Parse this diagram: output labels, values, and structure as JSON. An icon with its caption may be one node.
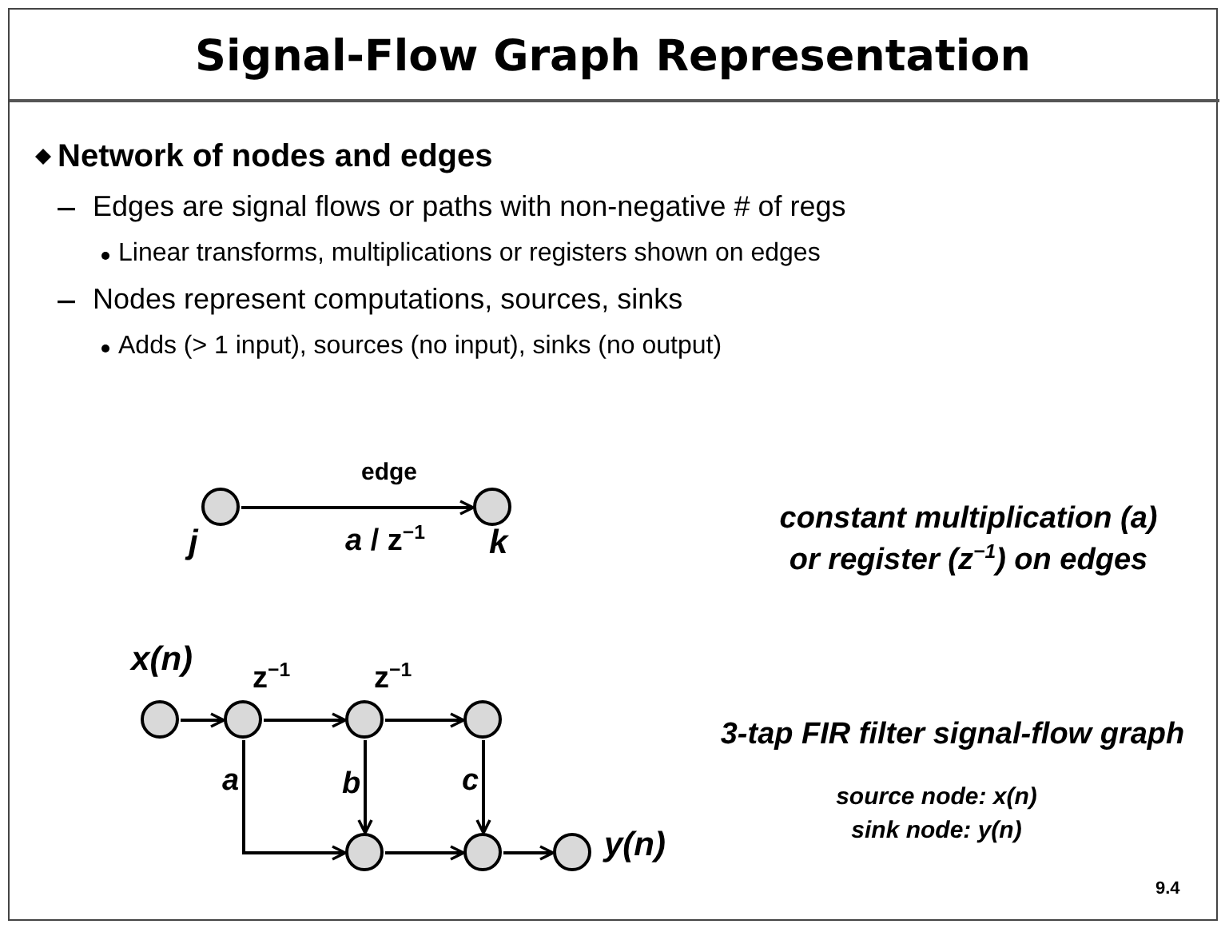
{
  "diagram": {
    "title": "Signal-Flow Graph Representation",
    "nodes": [
      {
        "text": [],
        "shape": "circle",
        "beside": [
          "j"
        ]
      },
      {
        "text": [],
        "shape": "circle",
        "beside": [
          "k"
        ]
      },
      {
        "text": [],
        "shape": "circle",
        "beside": [
          "*x*(*n*)"
        ]
      },
      {
        "text": [],
        "shape": "circle"
      },
      {
        "text": [],
        "shape": "circle"
      },
      {
        "text": [],
        "shape": "circle"
      },
      {
        "text": [],
        "shape": "circle"
      },
      {
        "text": [],
        "shape": "circle"
      },
      {
        "text": [],
        "shape": "circle",
        "beside": [
          "y(n)"
        ]
      }
    ],
    "edges": [
      {
        "from": 0,
        "to": 1,
        "arrow": "to",
        "label": "*a* / z$^{−1}$"
      },
      {
        "from": 2,
        "to": 3,
        "arrow": "to"
      },
      {
        "from": 3,
        "to": 4,
        "arrow": "to",
        "label": "z$^{−1}$"
      },
      {
        "from": 4,
        "to": 5,
        "arrow": "to",
        "label": "z$^{−1}$"
      },
      {
        "from": 3,
        "to": 6,
        "arrow": "to",
        "label": "a"
      },
      {
        "from": 4,
        "to": 6,
        "arrow": "to",
        "label": "b"
      },
      {
        "from": 5,
        "to": 7,
        "arrow": "to",
        "label": "c"
      },
      {
        "from": 6,
        "to": 7,
        "arrow": "to"
      },
      {
        "from": 7,
        "to": 8,
        "arrow": "to"
      }
    ],
    "labels": [
      "Network of nodes and edges",
      "Edges are signal flows or paths with non-negative # of regs",
      "Linear transforms, multiplications or registers shown on edges",
      "Nodes represent computations, sources, sinks",
      "Adds (> 1 input), sources (no input), sinks (no output)",
      "edge",
      "constant multiplication (a)",
      "or register (z$^{−1}$) on edges",
      "3-tap FIR filter signal-flow graph",
      "source node: x(n)",
      "sink node: y(n)",
      "9.4"
    ]
  }
}
